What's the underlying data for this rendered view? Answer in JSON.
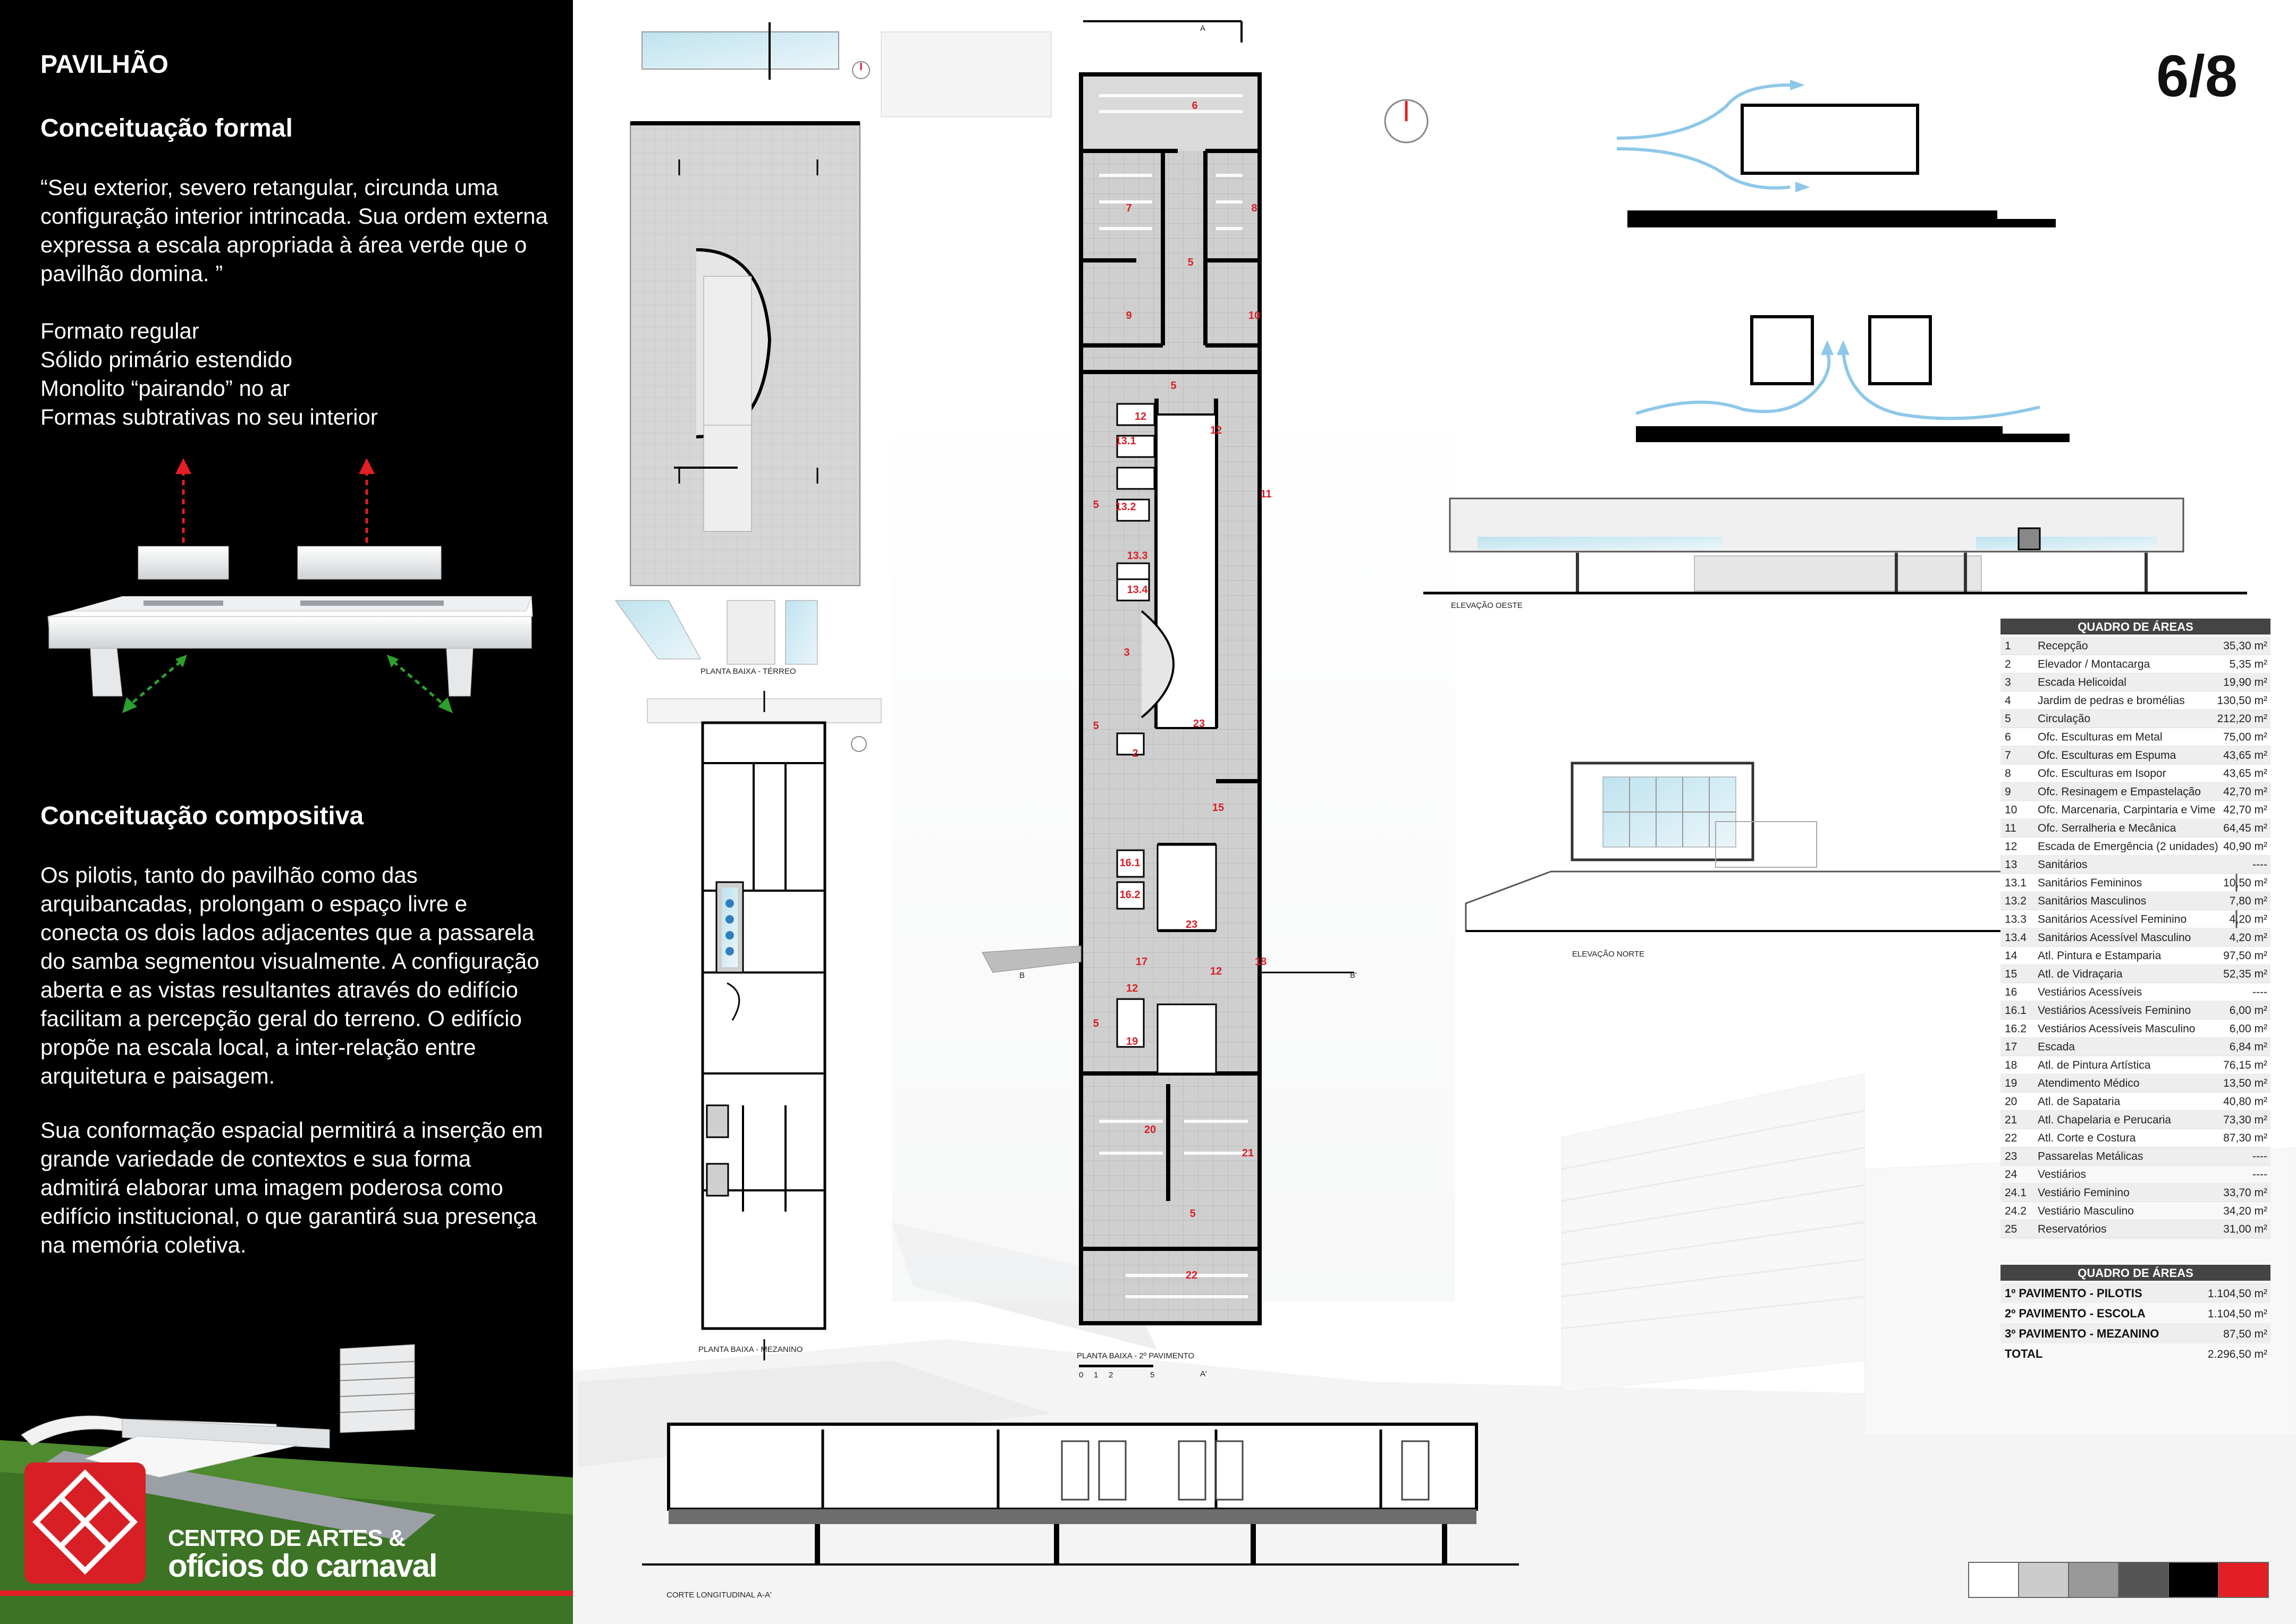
{
  "page_title": "PAVILHÃO",
  "page_number": "6/8",
  "concept_formal": {
    "heading": "Conceituação formal",
    "quote": "“Seu exterior, severo retangular, circunda uma configuração interior intrincada. Sua ordem externa expressa a escala apropriada à área verde que o pavilhão domina. ”",
    "points": [
      "Formato regular",
      "Sólido primário estendido",
      "Monolito “pairando” no ar",
      "Formas subtrativas no seu interior"
    ]
  },
  "concept_compositive": {
    "heading": "Conceituação compositiva",
    "paragraph_1": "Os pilotis, tanto do pavilhão como das arquibancadas, prolongam o espaço livre e conecta os dois lados adjacentes que a passarela do samba segmentou visualmente. A configuração aberta e as vistas resultantes através do edifício facilitam a percepção geral do terreno. O edifício propõe na escala local, a inter-relação entre arquitetura e paisagem.",
    "paragraph_2": "Sua conformação espacial permitirá  a inserção em grande variedade de contextos e sua forma admitirá elaborar uma imagem poderosa como edifício institucional, o que garantirá sua presença na memória coletiva."
  },
  "logo": {
    "line_1": "CENTRO DE ARTES &",
    "line_2": "ofícios do carnaval"
  },
  "drawings": {
    "ground_plan_label": "PLANTA BAIXA - TÉRREO",
    "mezzanine_plan_label": "PLANTA BAIXA - MEZANINO",
    "second_floor_label": "PLANTA BAIXA - 2º PAVIMENTO",
    "west_elevation_label": "ELEVAÇÃO OESTE",
    "north_elevation_label": "ELEVAÇÃO NORTE",
    "section_label": "CORTE LONGITUDINAL A-A'",
    "section_mark_a": "A",
    "section_mark_a2": "A'",
    "section_mark_b": "B",
    "section_mark_b2": "B'",
    "scale_ticks": [
      "0",
      "1",
      "2",
      "5"
    ],
    "room_numbers": {
      "r6": "6",
      "r7": "7",
      "r8": "8",
      "r9": "9",
      "r10": "10",
      "r5a": "5",
      "r5b": "5",
      "r12a": "12",
      "r12b": "12",
      "r13_1": "13.1",
      "r13_2": "13.2",
      "r13_3": "13.3",
      "r13_4": "13.4",
      "r11": "11",
      "r3": "3",
      "r23a": "23",
      "r2": "2",
      "r15": "15",
      "r16_1": "16.1",
      "r16_2": "16.2",
      "r23b": "23",
      "r17": "17",
      "r12c": "12",
      "r18": "18",
      "r12d": "12",
      "r19": "19",
      "r20": "20",
      "r21": "21",
      "r5c": "5",
      "r22": "22",
      "r5d": "5",
      "r5e": "5",
      "r5f": "5"
    }
  },
  "areas_table": {
    "title": "QUADRO DE ÁREAS",
    "rows": [
      {
        "n": "1",
        "name": "Recepção",
        "area": "35,30 m²"
      },
      {
        "n": "2",
        "name": "Elevador / Montacarga",
        "area": "5,35 m²"
      },
      {
        "n": "3",
        "name": "Escada Helicoidal",
        "area": "19,90 m²"
      },
      {
        "n": "4",
        "name": "Jardim de pedras e bromélias",
        "area": "130,50 m²"
      },
      {
        "n": "5",
        "name": "Circulação",
        "area": "212,20 m²"
      },
      {
        "n": "6",
        "name": "Ofc. Esculturas em Metal",
        "area": "75,00 m²"
      },
      {
        "n": "7",
        "name": "Ofc. Esculturas em Espuma",
        "area": "43,65 m²"
      },
      {
        "n": "8",
        "name": "Ofc. Esculturas em Isopor",
        "area": "43,65 m²"
      },
      {
        "n": "9",
        "name": "Ofc. Resinagem e Empastelação",
        "area": "42,70 m²"
      },
      {
        "n": "10",
        "name": "Ofc. Marcenaria, Carpintaria e Vime",
        "area": "42,70 m²"
      },
      {
        "n": "11",
        "name": "Ofc. Serralheria e Mecânica",
        "area": "64,45 m²"
      },
      {
        "n": "12",
        "name": "Escada de Emergência (2 unidades)",
        "area": "40,90 m²"
      },
      {
        "n": "13",
        "name": "Sanitários",
        "area": "----"
      },
      {
        "n": "13.1",
        "name": "Sanitários Femininos",
        "area": "10,50 m²"
      },
      {
        "n": "13.2",
        "name": "Sanitários Masculinos",
        "area": "7,80 m²"
      },
      {
        "n": "13.3",
        "name": "Sanitários Acessível Feminino",
        "area": "4,20 m²"
      },
      {
        "n": "13.4",
        "name": "Sanitários Acessível Masculino",
        "area": "4,20 m²"
      },
      {
        "n": "14",
        "name": "Atl. Pintura e Estamparia",
        "area": "97,50 m²"
      },
      {
        "n": "15",
        "name": "Atl. de Vidraçaria",
        "area": "52,35 m²"
      },
      {
        "n": "16",
        "name": "Vestiários Acessíveis",
        "area": "----"
      },
      {
        "n": "16.1",
        "name": "Vestiários Acessíveis Feminino",
        "area": "6,00 m²"
      },
      {
        "n": "16.2",
        "name": "Vestiários Acessíveis Masculino",
        "area": "6,00 m²"
      },
      {
        "n": "17",
        "name": "Escada",
        "area": "6,84 m²"
      },
      {
        "n": "18",
        "name": "Atl. de Pintura Artística",
        "area": "76,15 m²"
      },
      {
        "n": "19",
        "name": "Atendimento Médico",
        "area": "13,50 m²"
      },
      {
        "n": "20",
        "name": "Atl. de Sapataria",
        "area": "40,80 m²"
      },
      {
        "n": "21",
        "name": "Atl. Chapelaria e Perucaria",
        "area": "73,30 m²"
      },
      {
        "n": "22",
        "name": "Atl. Corte e Costura",
        "area": "87,30 m²"
      },
      {
        "n": "23",
        "name": "Passarelas Metálicas",
        "area": "----"
      },
      {
        "n": "24",
        "name": "Vestiários",
        "area": "----"
      },
      {
        "n": "24.1",
        "name": "Vestiário Feminino",
        "area": "33,70 m²"
      },
      {
        "n": "24.2",
        "name": "Vestiário Masculino",
        "area": "34,20 m²"
      },
      {
        "n": "25",
        "name": "Reservatórios",
        "area": "31,00 m²"
      }
    ]
  },
  "summary_table": {
    "title": "QUADRO DE ÁREAS",
    "rows": [
      {
        "name": "1º PAVIMENTO - PILOTIS",
        "area": "1.104,50 m²"
      },
      {
        "name": "2º PAVIMENTO - ESCOLA",
        "area": "1.104,50 m²"
      },
      {
        "name": "3º PAVIMENTO - MEZANINO",
        "area": "87,50 m²"
      },
      {
        "name": "TOTAL",
        "area": "2.296,50 m²"
      }
    ]
  },
  "palette": [
    "#ffffff",
    "#cccccc",
    "#999999",
    "#555555",
    "#000000",
    "#e31e24"
  ],
  "colors": {
    "red": "#e31e24",
    "panel": "#000000",
    "arrow_blue": "#8ec8e8"
  }
}
